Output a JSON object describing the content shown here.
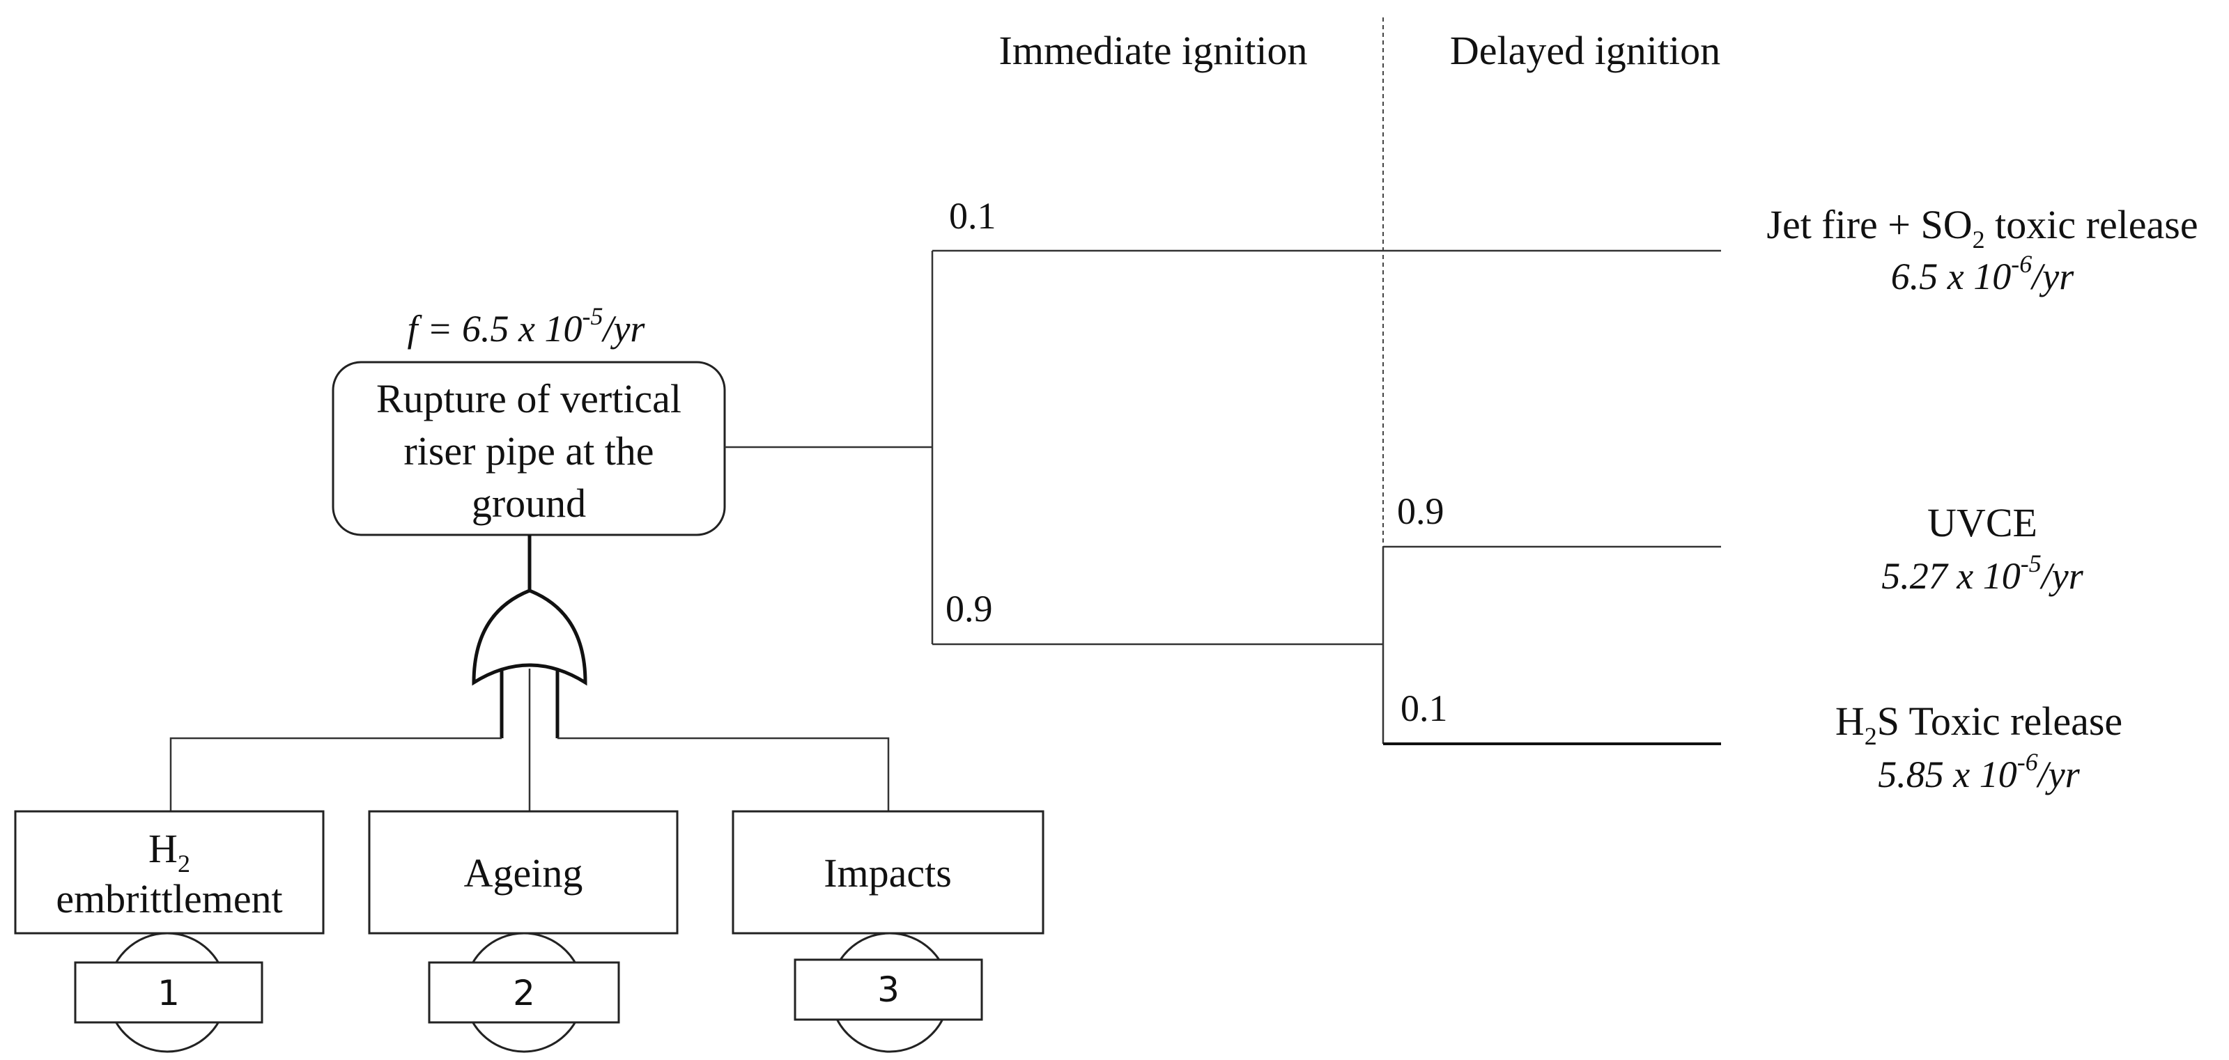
{
  "header": {
    "immediate": "Immediate ignition",
    "delayed": "Delayed ignition"
  },
  "top_event": {
    "frequency": {
      "prefix": "f = 6.5 x 10",
      "exp": "-5",
      "suffix": "/yr"
    },
    "line1": "Rupture of vertical",
    "line2": "riser pipe at the",
    "line3": "ground"
  },
  "basic_events": [
    {
      "line1_main": "H",
      "line1_sub": "2",
      "line2": "embrittlement",
      "transfer": "1"
    },
    {
      "label": "Ageing",
      "transfer": "2"
    },
    {
      "label": "Impacts",
      "transfer": "3"
    }
  ],
  "branches": {
    "immediate_yes": "0.1",
    "immediate_no": "0.9",
    "delayed_yes": "0.9",
    "delayed_no": "0.1"
  },
  "outcomes": [
    {
      "part_a": "Jet fire + SO",
      "sub": "2",
      "part_b": " toxic release",
      "freq": {
        "prefix": "6.5 x 10",
        "exp": "-6",
        "suffix": "/yr"
      }
    },
    {
      "label": "UVCE",
      "freq": {
        "prefix": "5.27 x 10",
        "exp": "-5",
        "suffix": "/yr"
      }
    },
    {
      "part_a": "H",
      "sub": "2",
      "part_b": "S Toxic release",
      "freq": {
        "prefix": "5.85 x 10",
        "exp": "-6",
        "suffix": "/yr"
      }
    }
  ]
}
